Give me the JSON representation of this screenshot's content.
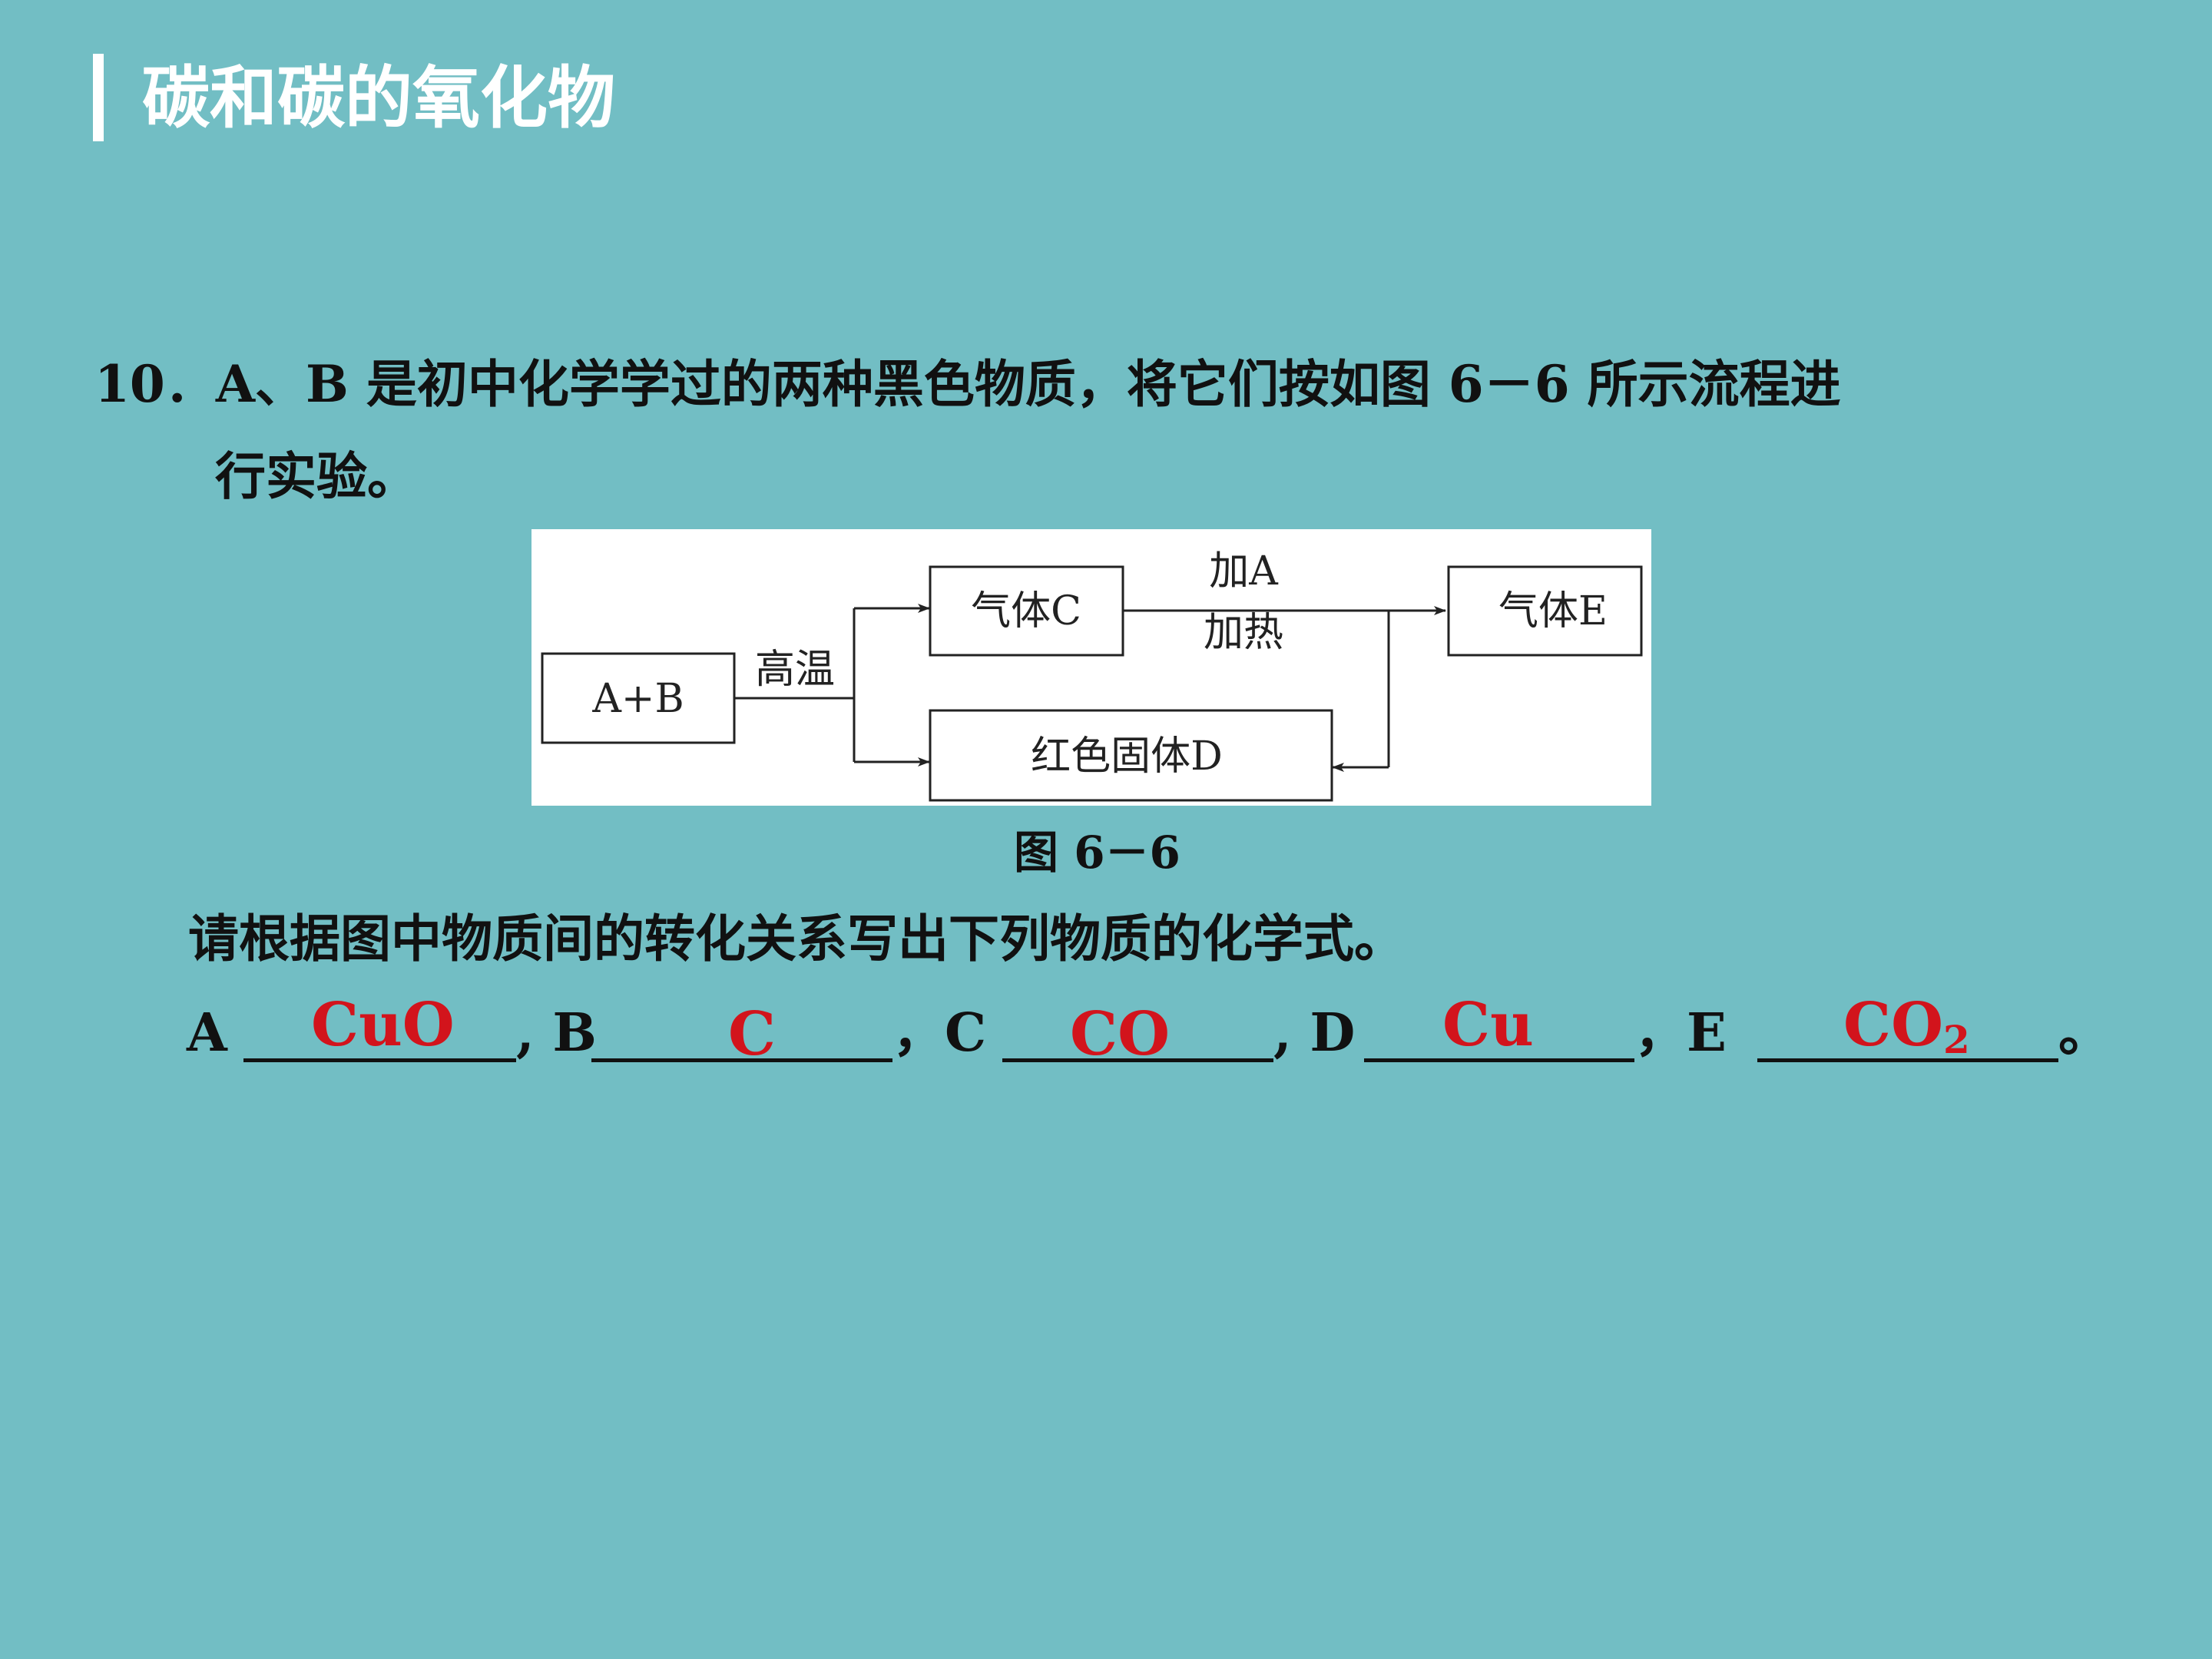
{
  "header": {
    "title": "碳和碳的氧化物"
  },
  "question": {
    "line1": "10．A、B 是初中化学学过的两种黑色物质，将它们按如图 6－6 所示流程进",
    "line2": "行实验。",
    "instruction": "请根据图中物质间的转化关系写出下列物质的化学式。"
  },
  "diagram": {
    "box_ab": "A+B",
    "cond_high_temp": "高温",
    "box_gas_c": "气体C",
    "cond_add_a": "加A",
    "cond_heat": "加热",
    "box_gas_e": "气体E",
    "box_red_solid_d": "红色固体D",
    "caption": "图 6－6"
  },
  "answers": {
    "label_a": "A",
    "label_b": ", B",
    "label_c": "，C",
    "label_d": ", D",
    "label_e": "，E",
    "end_mark": "。",
    "a": "CuO",
    "b": "C",
    "c": "CO",
    "d": "Cu",
    "e_main": "CO",
    "e_sub": "2",
    "answer_color": "#d2141c"
  }
}
